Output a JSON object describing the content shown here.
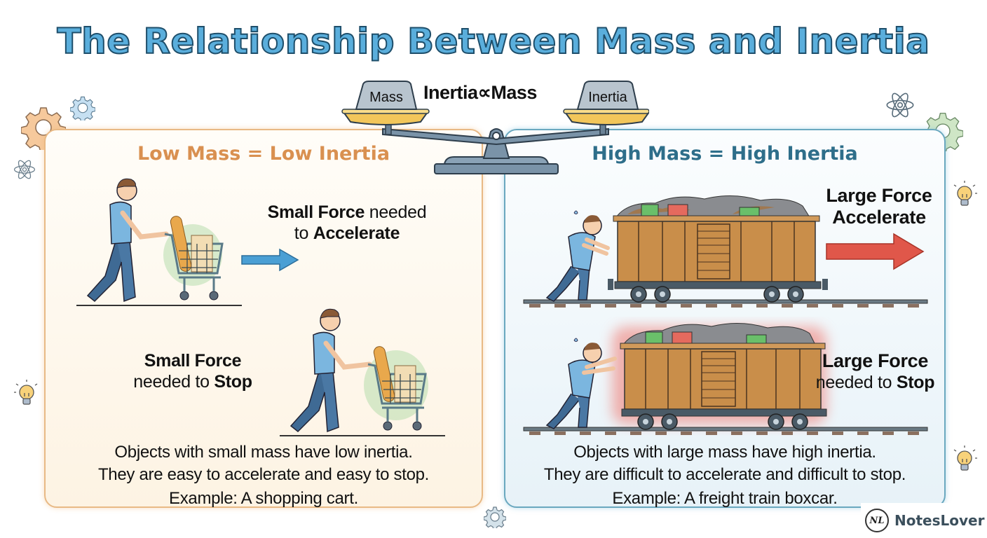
{
  "title": "The Relationship Between Mass and Inertia",
  "scale": {
    "left_weight": "Mass",
    "right_weight": "Inertia",
    "formula_left": "Inertia",
    "formula_symbol": "∝",
    "formula_right": "Mass"
  },
  "left_panel": {
    "heading": "Low Mass = Low Inertia",
    "accelerate_label": {
      "bold": "Small Force",
      "normal1": " needed",
      "normal2": "to ",
      "bold2": "Accelerate"
    },
    "stop_label": {
      "bold": "Small Force",
      "normal": "needed to ",
      "bold2": "Stop"
    },
    "caption": {
      "line1": "Objects with small mass have low inertia.",
      "line2": "They are easy to accelerate and easy to stop.",
      "line3": "Example: A shopping cart."
    },
    "arrow_color": "#4a9fd4"
  },
  "right_panel": {
    "heading": "High Mass = High Inertia",
    "accelerate_label": {
      "line1": "Large Force",
      "line2": "Accelerate"
    },
    "stop_label": {
      "bold": "Large Force",
      "normal": "needed to ",
      "bold2": "Stop"
    },
    "caption": {
      "line1": "Objects with large mass have high inertia.",
      "line2": "They are difficult to accelerate and difficult to stop.",
      "line3": "Example: A freight train boxcar."
    },
    "arrow_color": "#e0574a"
  },
  "branding": {
    "logo_mark": "NL",
    "name": "NotesLover"
  },
  "colors": {
    "title_fill": "#5aaedc",
    "left_heading": "#d99050",
    "right_heading": "#2e6e8a",
    "scale_metal": "#7a93a8",
    "scale_pan": "#f2c65a",
    "boxcar": "#c98e4a"
  }
}
